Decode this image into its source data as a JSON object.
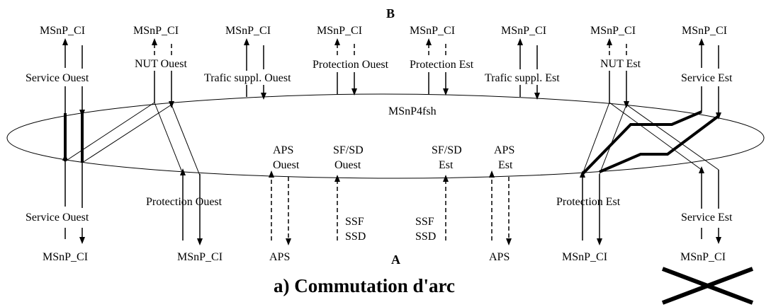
{
  "point_b": "B",
  "point_a": "A",
  "ring_label": "MSnP4fsh",
  "caption": "a) Commutation d'arc",
  "top_ci": [
    "MSnP_CI",
    "MSnP_CI",
    "MSnP_CI",
    "MSnP_CI",
    "MSnP_CI",
    "MSnP_CI",
    "MSnP_CI",
    "MSnP_CI"
  ],
  "top_labels": {
    "service_ouest": "Service Ouest",
    "nut_ouest": "NUT Ouest",
    "trafic_ouest": "Trafic suppl. Ouest",
    "protection_ouest": "Protection Ouest",
    "protection_est": "Protection Est",
    "trafic_est": "Trafic suppl. Est",
    "nut_est": "NUT Est",
    "service_est": "Service Est"
  },
  "bottom_labels": {
    "service_ouest": "Service Ouest",
    "protection_ouest": "Protection Ouest",
    "aps_ouest_1": "APS",
    "aps_ouest_2": "Ouest",
    "sfsd_ouest_1": "SF/SD",
    "sfsd_ouest_2": "Ouest",
    "ssf_l": "SSF",
    "ssd_l": "SSD",
    "ssf_r": "SSF",
    "ssd_r": "SSD",
    "sfsd_est_1": "SF/SD",
    "sfsd_est_2": "Est",
    "aps_est_1": "APS",
    "aps_est_2": "Est",
    "protection_est": "Protection Est",
    "service_est": "Service Est"
  },
  "bottom_ci": {
    "ci1": "MSnP_CI",
    "ci2": "MSnP_CI",
    "aps_l": "APS",
    "aps_r": "APS",
    "ci3": "MSnP_CI",
    "ci4": "MSnP_CI"
  }
}
